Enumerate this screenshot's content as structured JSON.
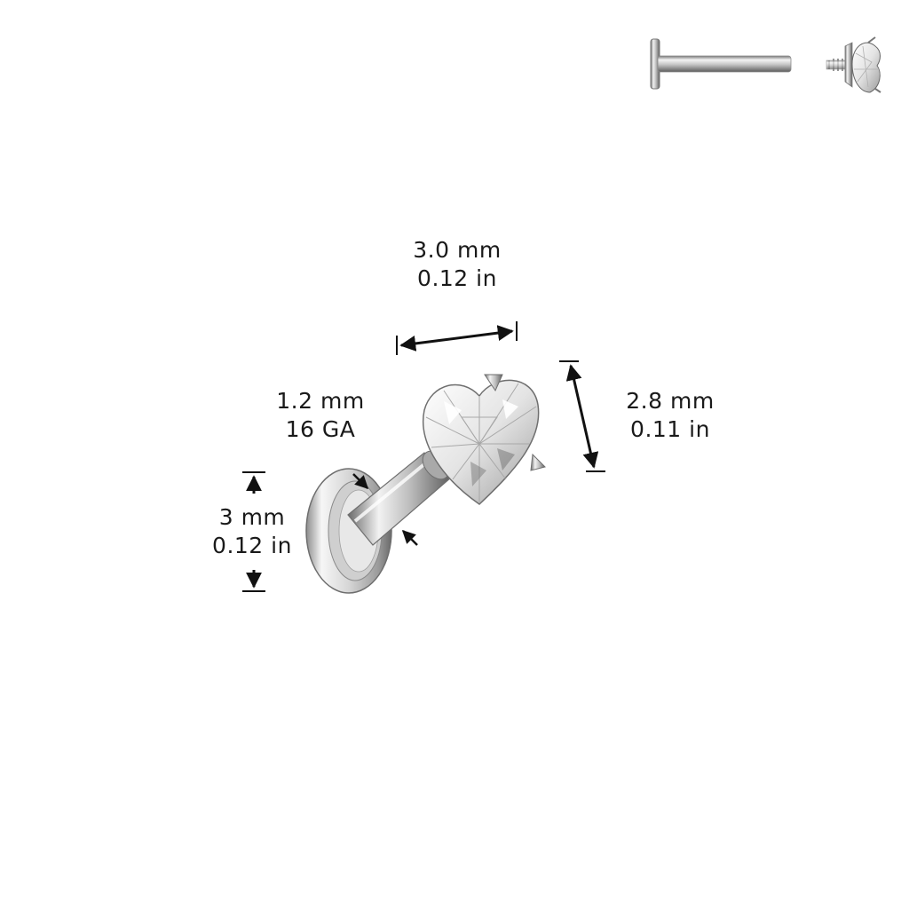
{
  "dimensions": {
    "gem_width": {
      "metric": "3.0 mm",
      "imperial": "0.12 in"
    },
    "gem_height": {
      "metric": "2.8 mm",
      "imperial": "0.11 in"
    },
    "gauge": {
      "metric": "1.2 mm",
      "gauge": "16 GA"
    },
    "disc": {
      "metric": "3 mm",
      "imperial": "0.12 in"
    }
  },
  "thumbnails": {
    "left": "flat-back-post-icon",
    "right": "threaded-heart-gem-top-icon"
  },
  "colors": {
    "metal_light": "#f2f2f2",
    "metal_mid": "#b8b8b8",
    "metal_dark": "#6e6e6e",
    "line": "#111111"
  }
}
